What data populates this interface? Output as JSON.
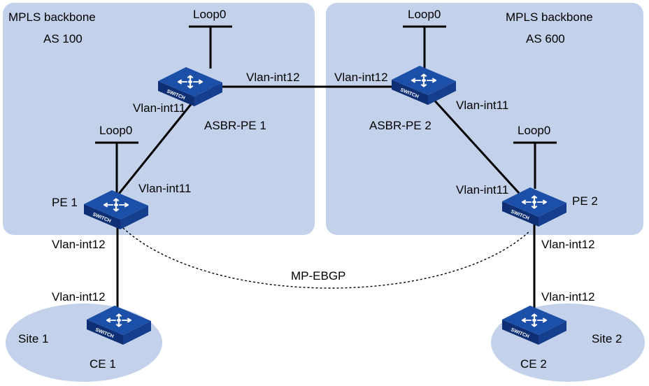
{
  "colors": {
    "region_fill": "#c3d1ea",
    "switch_top": "#1c4fa8",
    "switch_side_left": "#0e2f73",
    "switch_side_right": "#163e8e",
    "arrow": "#ffffff",
    "line": "#000000"
  },
  "regions": {
    "as100": {
      "title": "MPLS backbone",
      "as_label": "AS 100"
    },
    "as600": {
      "title": "MPLS backbone",
      "as_label": "AS 600"
    },
    "site1": {
      "label": "Site 1"
    },
    "site2": {
      "label": "Site 2"
    }
  },
  "devices": {
    "asbr_pe1": {
      "name": "ASBR-PE 1",
      "icon": "switch-icon",
      "chip": "SWITCH"
    },
    "asbr_pe2": {
      "name": "ASBR-PE 2",
      "icon": "switch-icon",
      "chip": "SWITCH"
    },
    "pe1": {
      "name": "PE 1",
      "icon": "switch-icon",
      "chip": "SWITCH"
    },
    "pe2": {
      "name": "PE 2",
      "icon": "switch-icon",
      "chip": "SWITCH"
    },
    "ce1": {
      "name": "CE 1",
      "icon": "switch-icon",
      "chip": "SWITCH"
    },
    "ce2": {
      "name": "CE 2",
      "icon": "switch-icon",
      "chip": "SWITCH"
    }
  },
  "loopbacks": {
    "asbr_pe1": "Loop0",
    "asbr_pe2": "Loop0",
    "pe1": "Loop0",
    "pe2": "Loop0"
  },
  "interfaces": {
    "asbr_pe1_to_asbr_pe2": "Vlan-int12",
    "asbr_pe2_to_asbr_pe1": "Vlan-int12",
    "asbr_pe1_to_pe1": "Vlan-int11",
    "pe1_to_asbr_pe1": "Vlan-int11",
    "asbr_pe2_to_pe2": "Vlan-int11",
    "pe2_to_asbr_pe2": "Vlan-int11",
    "pe1_to_ce1": "Vlan-int12",
    "ce1_to_pe1": "Vlan-int12",
    "pe2_to_ce2": "Vlan-int12",
    "ce2_to_pe2": "Vlan-int12"
  },
  "session": {
    "label": "MP-EBGP"
  }
}
